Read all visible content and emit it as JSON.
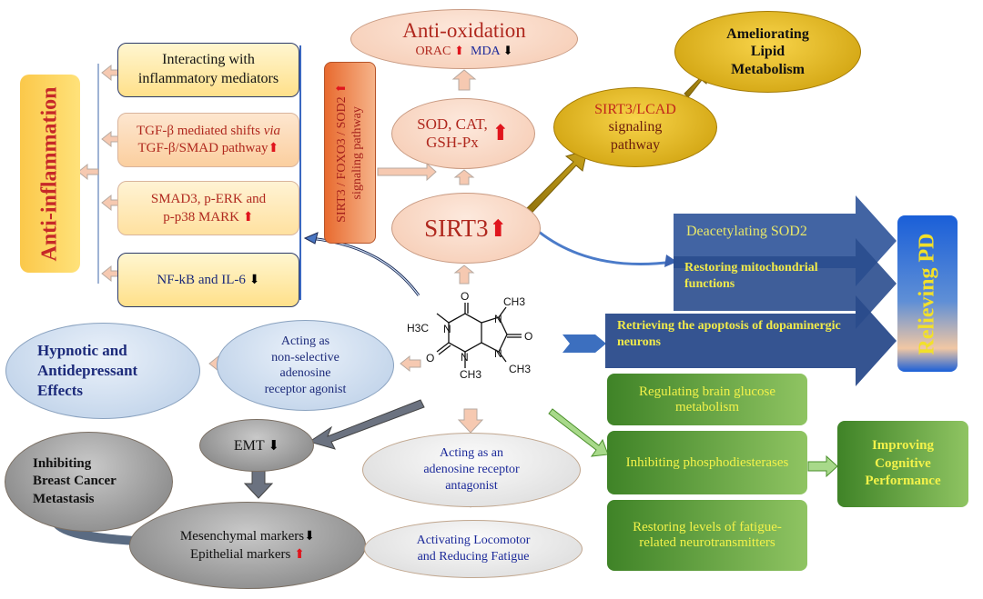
{
  "anti_inflammation": {
    "title": "Anti-inflammation",
    "items": [
      {
        "text": "Interacting with inflammatory mediators",
        "arrow": ""
      },
      {
        "text_line1": "TGF-β mediated shifts ",
        "text_italic": "via",
        "text_line2": "TGF-β/SMAD pathway",
        "arrow": "⬆"
      },
      {
        "text_line1": "SMAD3, p-ERK and",
        "text_line2": "p-p38 MARK",
        "arrow": "⬆"
      },
      {
        "text": "NF-kB and IL-6",
        "arrow": "⬇"
      }
    ]
  },
  "sirt3_foxo3": {
    "line1": "SIRT3 / FOXO3 / SOD2",
    "line2": "signaling pathway",
    "arrow": "⬆"
  },
  "anti_oxidation": {
    "title": "Anti-oxidation",
    "orac": "ORAC",
    "orac_arrow": "⬆",
    "mda": "MDA",
    "mda_arrow": "⬇"
  },
  "antioxidant_enzymes": {
    "line1": "SOD, CAT,",
    "line2": "GSH-Px",
    "arrow": "⬆"
  },
  "sirt3": {
    "label": "SIRT3",
    "arrow": "⬆"
  },
  "lipid": {
    "title_l1": "Ameliorating",
    "title_l2": "Lipid",
    "title_l3": "Metabolism"
  },
  "lcad": {
    "l1": "SIRT3/LCAD",
    "l2": "signaling",
    "l3": "pathway"
  },
  "pd": {
    "title": "Relieving PD",
    "items": [
      "Deacetylating  SOD2",
      "Restoring mitochondrial functions",
      "Retrieving the apoptosis of dopaminergic neurons"
    ]
  },
  "caffeine": {
    "atoms": {
      "o_top": "O",
      "ch3_tr": "CH3",
      "h3c": "H3C",
      "n1": "N",
      "n7": "N",
      "o_right": "O",
      "o_left": "O",
      "n3": "N",
      "n9": "N",
      "ch3_b": "CH3",
      "ch3_br": "CH3"
    }
  },
  "hypnotic": {
    "l1": "Hypnotic  and",
    "l2": "Antidepressant",
    "l3": "Effects"
  },
  "agonist": {
    "l1": "Acting as",
    "l2": "non-selective",
    "l3": "adenosine",
    "l4": "receptor agonist"
  },
  "antagonist": {
    "l1": "Acting as an",
    "l2": "adenosine receptor",
    "l3": "antagonist"
  },
  "locomotor": {
    "l1": "Activating  Locomotor",
    "l2": "and Reducing Fatigue"
  },
  "emt": {
    "label": "EMT",
    "arrow": "⬇"
  },
  "breast": {
    "l1": "Inhibiting",
    "l2": "Breast Cancer",
    "l3": "Metastasis"
  },
  "markers": {
    "l1": "Mesenchymal markers",
    "l1_arrow": "⬇",
    "l2": "Epithelial  markers",
    "l2_arrow": "⬆"
  },
  "cognitive": {
    "items": [
      "Regulating brain glucose metabolism",
      "Inhibiting phosphodiesterases",
      "Restoring levels of fatigue-related neurotransmitters"
    ],
    "result": "Improving Cognitive Performance"
  }
}
